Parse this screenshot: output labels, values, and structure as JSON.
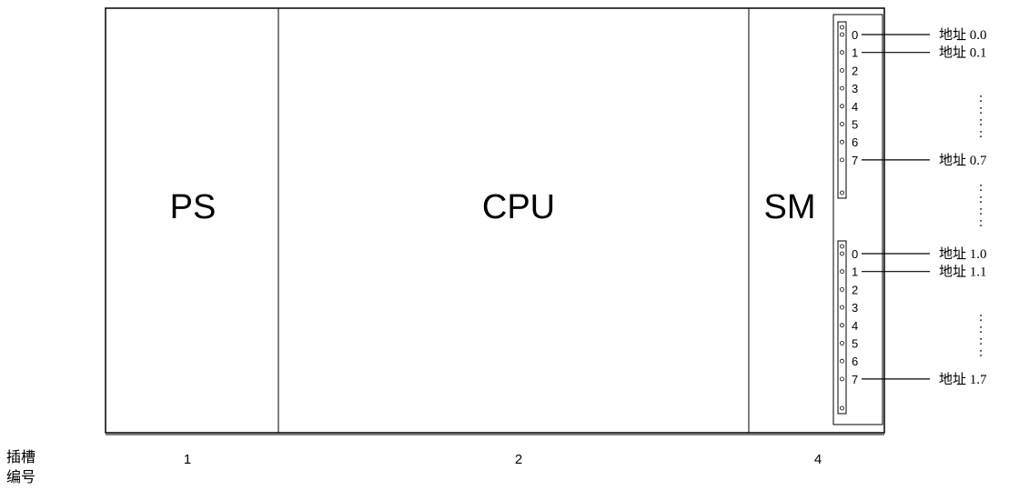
{
  "modules": [
    {
      "label": "PS",
      "slot": "1"
    },
    {
      "label": "CPU",
      "slot": "2"
    },
    {
      "label": "SM",
      "slot": "4"
    }
  ],
  "slot_caption": [
    "插槽",
    "编号"
  ],
  "terminal_blocks": [
    {
      "pins": [
        "0",
        "1",
        "2",
        "3",
        "4",
        "5",
        "6",
        "7"
      ],
      "addresses": [
        {
          "pin": "0",
          "label": "地址 0.0"
        },
        {
          "pin": "1",
          "label": "地址 0.1"
        },
        {
          "pin": "7",
          "label": "地址 0.7"
        }
      ]
    },
    {
      "pins": [
        "0",
        "1",
        "2",
        "3",
        "4",
        "5",
        "6",
        "7"
      ],
      "addresses": [
        {
          "pin": "0",
          "label": "地址 1.0"
        },
        {
          "pin": "1",
          "label": "地址 1.1"
        },
        {
          "pin": "7",
          "label": "地址 1.7"
        }
      ]
    }
  ],
  "ellipsis": ":"
}
